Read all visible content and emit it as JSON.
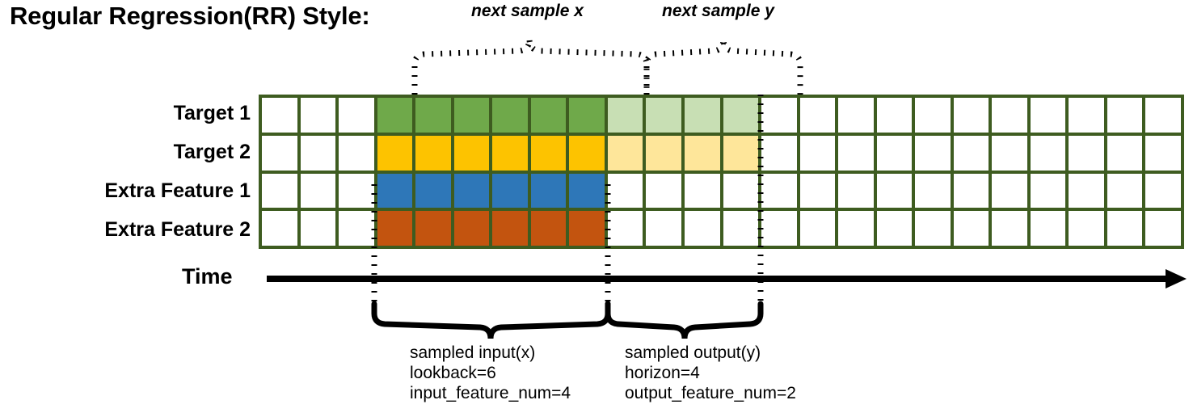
{
  "title": "Regular Regression(RR) Style:",
  "top_annotations": {
    "next_sample_x": "next sample x",
    "next_sample_y": "next sample y"
  },
  "rows": [
    {
      "label": "Target 1",
      "name": "target-1"
    },
    {
      "label": "Target 2",
      "name": "target-2"
    },
    {
      "label": "Extra Feature 1",
      "name": "extra-feature-1"
    },
    {
      "label": "Extra Feature 2",
      "name": "extra-feature-2"
    }
  ],
  "timeline": {
    "axis_label": "Time",
    "total_columns": 24,
    "lead_empty_columns": 3,
    "input_columns": 6,
    "output_columns": 4,
    "trailing_empty_columns": 11
  },
  "grid_cells": {
    "row_0": [
      "empty",
      "empty",
      "empty",
      "green",
      "green",
      "green",
      "green",
      "green",
      "green",
      "greenl",
      "greenl",
      "greenl",
      "greenl",
      "empty",
      "empty",
      "empty",
      "empty",
      "empty",
      "empty",
      "empty",
      "empty",
      "empty",
      "empty",
      "empty"
    ],
    "row_1": [
      "empty",
      "empty",
      "empty",
      "yellow",
      "yellow",
      "yellow",
      "yellow",
      "yellow",
      "yellow",
      "yellowl",
      "yellowl",
      "yellowl",
      "yellowl",
      "empty",
      "empty",
      "empty",
      "empty",
      "empty",
      "empty",
      "empty",
      "empty",
      "empty",
      "empty",
      "empty"
    ],
    "row_2": [
      "empty",
      "empty",
      "empty",
      "blue",
      "blue",
      "blue",
      "blue",
      "blue",
      "blue",
      "empty",
      "empty",
      "empty",
      "empty",
      "empty",
      "empty",
      "empty",
      "empty",
      "empty",
      "empty",
      "empty",
      "empty",
      "empty",
      "empty",
      "empty"
    ],
    "row_3": [
      "empty",
      "empty",
      "empty",
      "orange",
      "orange",
      "orange",
      "orange",
      "orange",
      "orange",
      "empty",
      "empty",
      "empty",
      "empty",
      "empty",
      "empty",
      "empty",
      "empty",
      "empty",
      "empty",
      "empty",
      "empty",
      "empty",
      "empty",
      "empty"
    ]
  },
  "captions": {
    "input": {
      "line1": "sampled input(x)",
      "line2": "lookback=6",
      "line3": "input_feature_num=4"
    },
    "output": {
      "line1": "sampled output(y)",
      "line2": "horizon=4",
      "line3": "output_feature_num=2"
    }
  },
  "colors": {
    "grid_border": "#3e5c20",
    "green": "#6fa94a",
    "green_light": "#c8dfb4",
    "yellow": "#fdc300",
    "yellow_light": "#fee69a",
    "blue": "#2e77b8",
    "orange": "#c3540f",
    "ink": "#000000",
    "background": "#ffffff"
  }
}
